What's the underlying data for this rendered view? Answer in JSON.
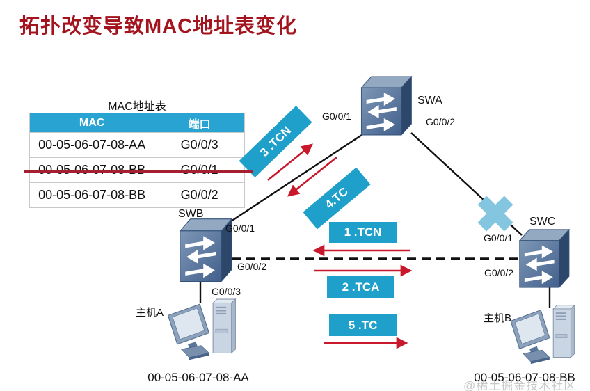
{
  "title": "拓扑改变导致MAC地址表变化",
  "watermark": "@稀土掘金技术社区",
  "mac_table": {
    "caption": "MAC地址表",
    "col_mac": "MAC",
    "col_port": "端口",
    "rows": [
      {
        "mac": "00-05-06-07-08-AA",
        "port": "G0/0/3",
        "struck": false
      },
      {
        "mac": "00-05-06-07-08-BB",
        "port": "G0/0/1",
        "struck": true
      },
      {
        "mac": "00-05-06-07-08-BB",
        "port": "G0/0/2",
        "struck": false
      }
    ]
  },
  "switches": {
    "swa": {
      "name": "SWA",
      "port_left": "G0/0/1",
      "port_right": "G0/0/2"
    },
    "swb": {
      "name": "SWB",
      "port_up": "G0/0/1",
      "port_right": "G0/0/2",
      "port_down": "G0/0/3"
    },
    "swc": {
      "name": "SWC",
      "port_up": "G0/0/1",
      "port_left": "G0/0/2"
    }
  },
  "hosts": {
    "a": {
      "name": "主机A",
      "mac": "00-05-06-07-08-AA"
    },
    "b": {
      "name": "主机B",
      "mac": "00-05-06-07-08-BB"
    }
  },
  "messages": {
    "m3_tcn_swb_to_swa": "3 .TCN",
    "m4_tc_swa_to_swb": "4.TC",
    "m1_tcn_swc_to_swb": "1 .TCN",
    "m2_tca_swb_to_swc": "2 .TCA",
    "m5_tc_swb_to_swc": "5 .TC"
  },
  "colors": {
    "title_red": "#A3141E",
    "arrow_red": "#C9182B",
    "strike_red": "#A41F30",
    "table_header_blue": "#29A4D2",
    "message_box_blue": "#1EA0CA",
    "broken_link_x": "#84C5E0"
  }
}
